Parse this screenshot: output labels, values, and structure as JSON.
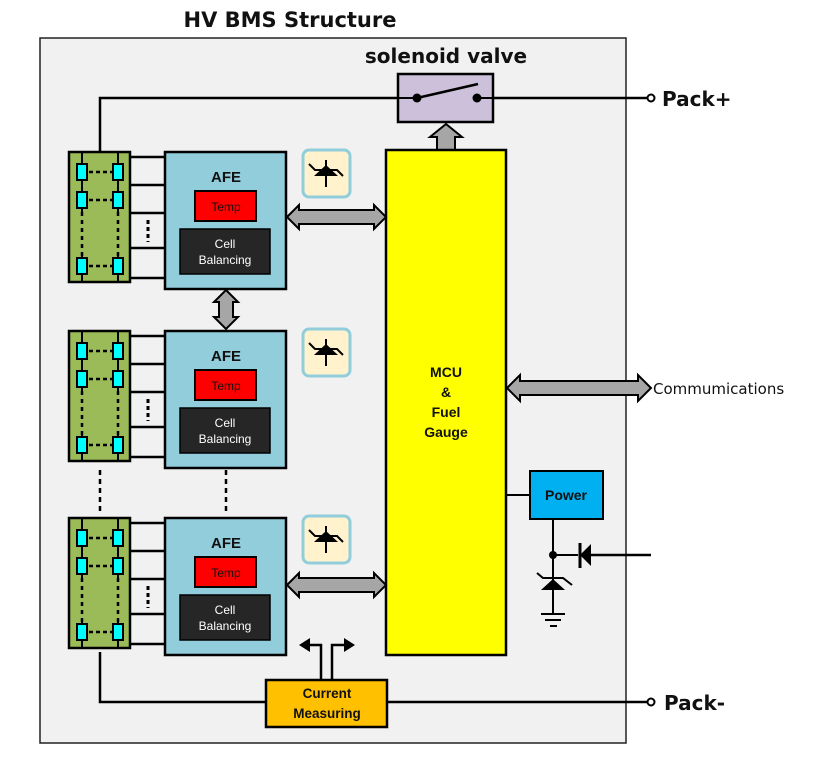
{
  "title": "HV BMS Structure",
  "solenoid_valve": {
    "label": "solenoid valve"
  },
  "terminals": {
    "pack_plus": "Pack+",
    "pack_minus": "Pack-"
  },
  "afe_modules": [
    {
      "title": "AFE",
      "temp_label": "Temp",
      "balancing_line1": "Cell",
      "balancing_line2": "Balancing"
    },
    {
      "title": "AFE",
      "temp_label": "Temp",
      "balancing_line1": "Cell",
      "balancing_line2": "Balancing"
    },
    {
      "title": "AFE",
      "temp_label": "Temp",
      "balancing_line1": "Cell",
      "balancing_line2": "Balancing"
    }
  ],
  "mcu": {
    "line1": "MCU",
    "line2": "&",
    "line3": "Fuel",
    "line4": "Gauge"
  },
  "communications": {
    "label": "Commumications"
  },
  "power": {
    "label": "Power"
  },
  "current_measuring": {
    "line1": "Current",
    "line2": "Measuring"
  },
  "colors": {
    "background": "#f1f1f1",
    "afe": "#92cddc",
    "temp": "#ff0000",
    "cell_balancing": "#262626",
    "mcu": "#ffff00",
    "power": "#00b0f0",
    "current_measuring": "#ffc000",
    "solenoid": "#ccc0da",
    "cell_pack": "#9bbb59",
    "cell": "#00ffff",
    "tvs_bg": "#fff2cc",
    "tvs_border": "#92cddc",
    "arrow": "#a6a6a6"
  }
}
